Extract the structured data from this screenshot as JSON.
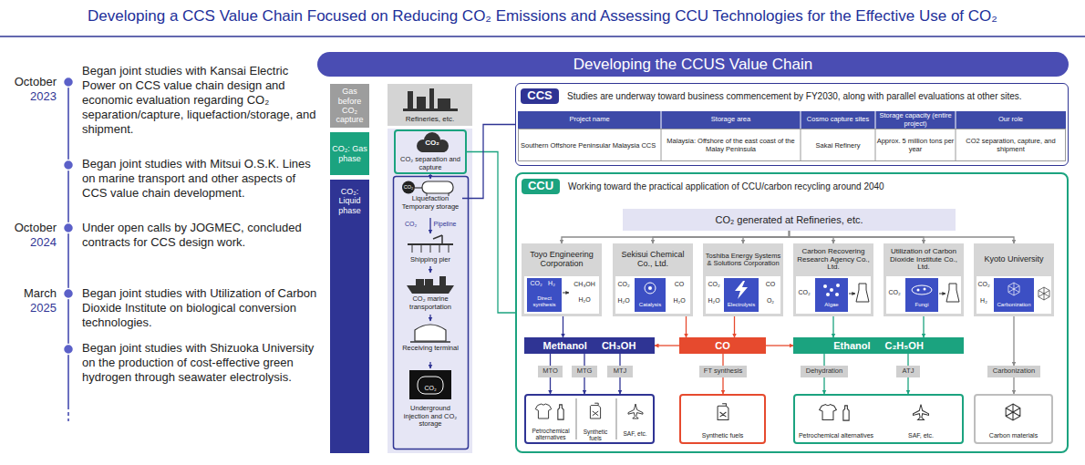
{
  "diagram": {
    "title": "Developing a CCS Value Chain Focused on Reducing CO₂ Emissions and Assessing CCU Technologies for the Effective Use of CO₂",
    "nodes": [
      {
        "text": [
          "Developing the CCUS Value Chain"
        ]
      },
      {
        "text": [
          "Gas before CO₂ capture"
        ]
      },
      {
        "text": [
          "CO₂: Gas phase"
        ]
      },
      {
        "text": [
          "CO₂: Liquid phase"
        ]
      },
      {
        "text": [
          "Refineries, etc."
        ]
      },
      {
        "text": [
          "CO₂",
          "CO₂ separation and capture"
        ]
      },
      {
        "text": [
          "CO₂",
          "Liquefaction Temporary storage"
        ]
      },
      {
        "text": [
          "Shipping pier"
        ]
      },
      {
        "text": [
          "CO₂ marine transportation"
        ]
      },
      {
        "text": [
          "Receiving terminal"
        ]
      },
      {
        "text": [
          "CO₂",
          "Underground injection and CO₂ storage"
        ]
      },
      {
        "text": [
          "CCS",
          "Studies are underway toward business commencement by FY2030, along with parallel evaluations at other sites."
        ]
      },
      {
        "text": [
          "CCU",
          "Working toward the practical application of CCU/carbon recycling around 2040"
        ]
      },
      {
        "text": [
          "CO₂ generated at Refineries, etc."
        ],
        "in": 12
      },
      {
        "text": [
          "Toyo Engineering Corporation",
          "CO₂",
          "H₂",
          "Direct synthesis",
          "CH₃OH",
          "H₂O"
        ],
        "in": 12
      },
      {
        "text": [
          "Sekisui Chemical Co., Ltd.",
          "CO₂",
          "H₂O",
          "Catalysis",
          "CO",
          "H₂O"
        ],
        "in": 12
      },
      {
        "text": [
          "Toshiba Energy Systems & Solutions Corporation",
          "CO₂",
          "H₂O",
          "Electrolysis",
          "CO",
          "O₂"
        ],
        "in": 12
      },
      {
        "text": [
          "Carbon Recovering Research Agency Co., Ltd.",
          "CO₂",
          "Algae"
        ],
        "in": 12
      },
      {
        "text": [
          "Utilization of Carbon Dioxide Institute Co., Ltd.",
          "CO₂",
          "Fungi"
        ],
        "in": 12
      },
      {
        "text": [
          "Kyoto University",
          "CO₂",
          "H₂",
          "Carbonization"
        ],
        "in": 12
      },
      {
        "text": [
          "Methanol",
          "CH₃OH"
        ],
        "in": 12
      },
      {
        "text": [
          "CO"
        ],
        "in": 12
      },
      {
        "text": [
          "Ethanol",
          "C₂H₅OH"
        ],
        "in": 12
      },
      {
        "text": [
          "MTO"
        ],
        "in": 12
      },
      {
        "text": [
          "MTG"
        ],
        "in": 12
      },
      {
        "text": [
          "MTJ"
        ],
        "in": 12
      },
      {
        "text": [
          "FT synthesis"
        ],
        "in": 12
      },
      {
        "text": [
          "Dehydration"
        ],
        "in": 12
      },
      {
        "text": [
          "ATJ"
        ],
        "in": 12
      },
      {
        "text": [
          "Carbonization"
        ],
        "in": 12
      },
      {
        "text": [
          "Petrochemical alternatives",
          "Synthetic fuels",
          "SAF, etc."
        ],
        "in": 12
      },
      {
        "text": [
          "Synthetic fuels"
        ],
        "in": 12
      },
      {
        "text": [
          "Petrochemical alternatives",
          "SAF, etc."
        ],
        "in": 12
      },
      {
        "text": [
          "Carbon materials"
        ],
        "in": 12
      }
    ],
    "edges": [
      {
        "from": 5,
        "to": 6,
        "arrow": "to"
      },
      {
        "from": 6,
        "to": 7,
        "arrow": "to"
      },
      {
        "from": 7,
        "to": 8,
        "arrow": "to"
      },
      {
        "from": 8,
        "to": 9,
        "arrow": "to"
      },
      {
        "from": 9,
        "to": 10,
        "arrow": "to"
      },
      {
        "from": 5,
        "to": 12,
        "arrow": "none"
      },
      {
        "from": 6,
        "to": 11,
        "arrow": "none"
      },
      {
        "from": 13,
        "to": 14,
        "arrow": "to"
      },
      {
        "from": 13,
        "to": 15,
        "arrow": "to"
      },
      {
        "from": 13,
        "to": 16,
        "arrow": "to"
      },
      {
        "from": 13,
        "to": 17,
        "arrow": "to"
      },
      {
        "from": 13,
        "to": 18,
        "arrow": "to"
      },
      {
        "from": 13,
        "to": 19,
        "arrow": "to"
      },
      {
        "from": 14,
        "to": 20,
        "arrow": "to"
      },
      {
        "from": 15,
        "to": 21,
        "arrow": "to"
      },
      {
        "from": 16,
        "to": 21,
        "arrow": "to"
      },
      {
        "from": 17,
        "to": 22,
        "arrow": "to"
      },
      {
        "from": 18,
        "to": 22,
        "arrow": "to"
      },
      {
        "from": 19,
        "to": 29,
        "arrow": "to"
      },
      {
        "from": 21,
        "to": 20,
        "arrow": "to"
      },
      {
        "from": 21,
        "to": 22,
        "arrow": "to"
      },
      {
        "from": 20,
        "to": 23,
        "arrow": "none"
      },
      {
        "from": 20,
        "to": 24,
        "arrow": "none"
      },
      {
        "from": 20,
        "to": 25,
        "arrow": "none"
      },
      {
        "from": 23,
        "to": 30,
        "arrow": "to"
      },
      {
        "from": 24,
        "to": 30,
        "arrow": "to"
      },
      {
        "from": 25,
        "to": 30,
        "arrow": "to"
      },
      {
        "from": 21,
        "to": 26,
        "arrow": "none"
      },
      {
        "from": 26,
        "to": 31,
        "arrow": "to"
      },
      {
        "from": 22,
        "to": 27,
        "arrow": "none"
      },
      {
        "from": 22,
        "to": 28,
        "arrow": "none"
      },
      {
        "from": 27,
        "to": 32,
        "arrow": "to"
      },
      {
        "from": 28,
        "to": 32,
        "arrow": "to"
      },
      {
        "from": 29,
        "to": 33,
        "arrow": "to"
      }
    ],
    "labels": [
      "October",
      "2023",
      "Began joint studies with Kansai Electric Power on CCS value chain design and economic evaluation regarding CO₂ separation/capture, liquefaction/storage, and shipment.",
      "Began joint studies with Mitsui O.S.K. Lines on marine transport and other aspects of CCS value chain development.",
      "October",
      "2024",
      "Under open calls by JOGMEC, concluded contracts for CCS design work.",
      "March",
      "2025",
      "Began joint studies with Utilization of Carbon Dioxide Institute on biological conversion technologies.",
      "Began joint studies with Shizuoka University on the production of cost-effective green hydrogen through seawater electrolysis.",
      "CO₂",
      "Pipeline",
      "Project name",
      "Storage area",
      "Cosmo capture sites",
      "Storage capacity (entire project)",
      "Our role",
      "Southern Offshore Peninsular Malaysia CCS",
      "Malaysia: Offshore of the east coast of the Malay Peninsula",
      "Sakai Refinery",
      "Approx. 5 million tons per year",
      "CO2 separation, capture, and shipment"
    ]
  }
}
